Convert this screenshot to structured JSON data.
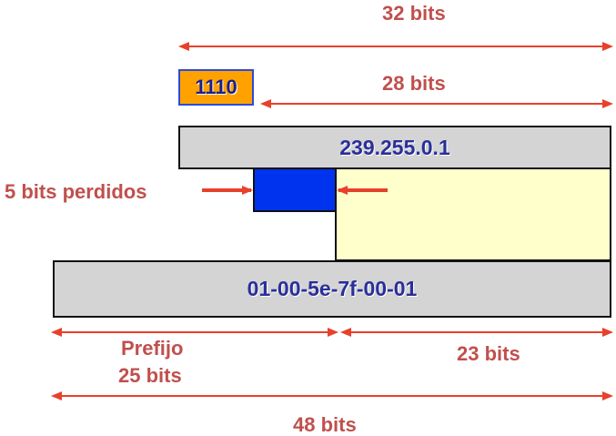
{
  "labels": {
    "top_bits": "32 bits",
    "prefix_bits": "28 bits",
    "lost_bits": "5 bits perdidos",
    "prefijo_line1": "Prefijo",
    "prefijo_line2": "25 bits",
    "low_bits": "23 bits",
    "total_bits": "48 bits"
  },
  "boxes": {
    "class_d_prefix": "1110",
    "ip_address": "239.255.0.1",
    "mac_address": "01-00-5e-7f-00-01"
  },
  "colors": {
    "arrow": "#e8412b",
    "label": "#c0504d",
    "prefix_box": "#ffa200",
    "prefix_border": "#2b4bdc",
    "lost_block": "#0033ee",
    "mapped_region": "#ffffcc",
    "address_box": "#d4d4d4",
    "address_text": "#2a2f9a"
  }
}
